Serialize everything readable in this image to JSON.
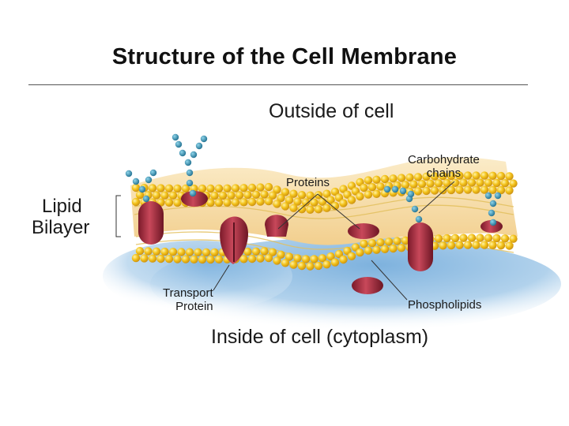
{
  "title": "Structure of the Cell Membrane",
  "labels": {
    "outside": "Outside of cell",
    "inside": "Inside of cell (cytoplasm)",
    "lipid_bilayer_line1": "Lipid",
    "lipid_bilayer_line2": "Bilayer",
    "proteins": "Proteins",
    "carbohydrate_line1": "Carbohydrate",
    "carbohydrate_line2": "chains",
    "transport_line1": "Transport",
    "transport_line2": "Protein",
    "phospholipids": "Phospholipids"
  },
  "colors": {
    "head": "#f2c21c",
    "head_edge": "#c8941a",
    "tail": "#e9c867",
    "protein": "#b0303f",
    "protein_dark": "#7a1f2b",
    "carb": "#2b8fb0",
    "outer_glow": "#f6dca8",
    "inner_glow": "#8fbfe6"
  }
}
